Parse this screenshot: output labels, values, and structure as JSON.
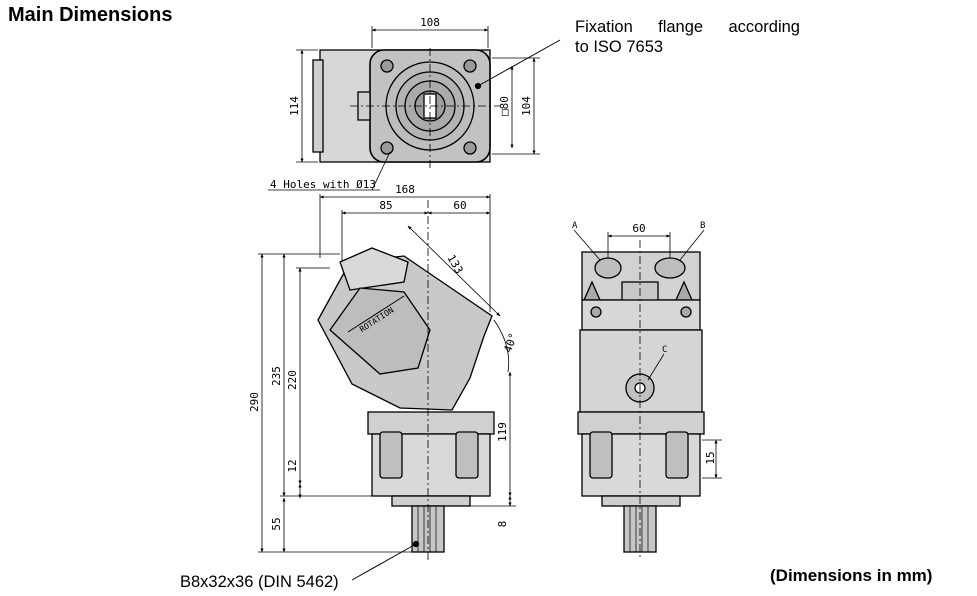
{
  "header": {
    "title": "Main Dimensions"
  },
  "annotations": {
    "flange_line1": "Fixation  flange  according",
    "flange_line2": "to ISO 7653",
    "spline": "B8x32x36 (DIN 5462)",
    "units": "(Dimensions in mm)"
  },
  "dimensions": {
    "top_width": "108",
    "top_height": "114",
    "flange_square": "□80",
    "flange_height": "104",
    "holes": "4 Holes with Ø13",
    "overall_width": "168",
    "left_offset": "85",
    "right_offset": "60",
    "diag_length": "133",
    "angle": "40°",
    "overall_height": "290",
    "h235": "235",
    "h220": "220",
    "h12": "12",
    "h55": "55",
    "h119": "119",
    "h8": "8",
    "port_spacing": "60",
    "h15": "15",
    "port_a": "A",
    "port_b": "B",
    "port_c": "C",
    "rotation": "ROTATION"
  }
}
